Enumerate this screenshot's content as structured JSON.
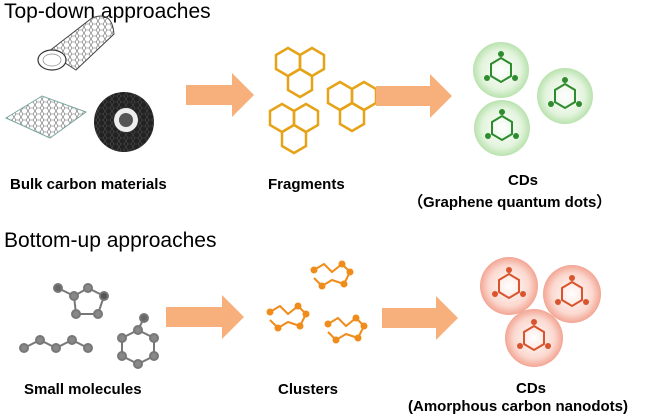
{
  "top_section": {
    "heading": "Top-down approaches",
    "source_label": "Bulk carbon materials",
    "intermediate_label": "Fragments",
    "product_label": "CDs",
    "product_sublabel": "（Graphene quantum dots）"
  },
  "bottom_section": {
    "heading": "Bottom-up approaches",
    "source_label": "Small molecules",
    "intermediate_label": "Clusters",
    "product_label": "CDs",
    "product_sublabel": "(Amorphous carbon nanodots)"
  },
  "colors": {
    "arrow": "#f7b07c",
    "fragment": "#e6a317",
    "cluster": "#ef8c1a",
    "gqd_fill": "#d8f0d2",
    "gqd_structure": "#2e8b2e",
    "acnd_fill": "#f9c7bd",
    "acnd_structure": "#d9532c",
    "graphite": "#555555"
  }
}
